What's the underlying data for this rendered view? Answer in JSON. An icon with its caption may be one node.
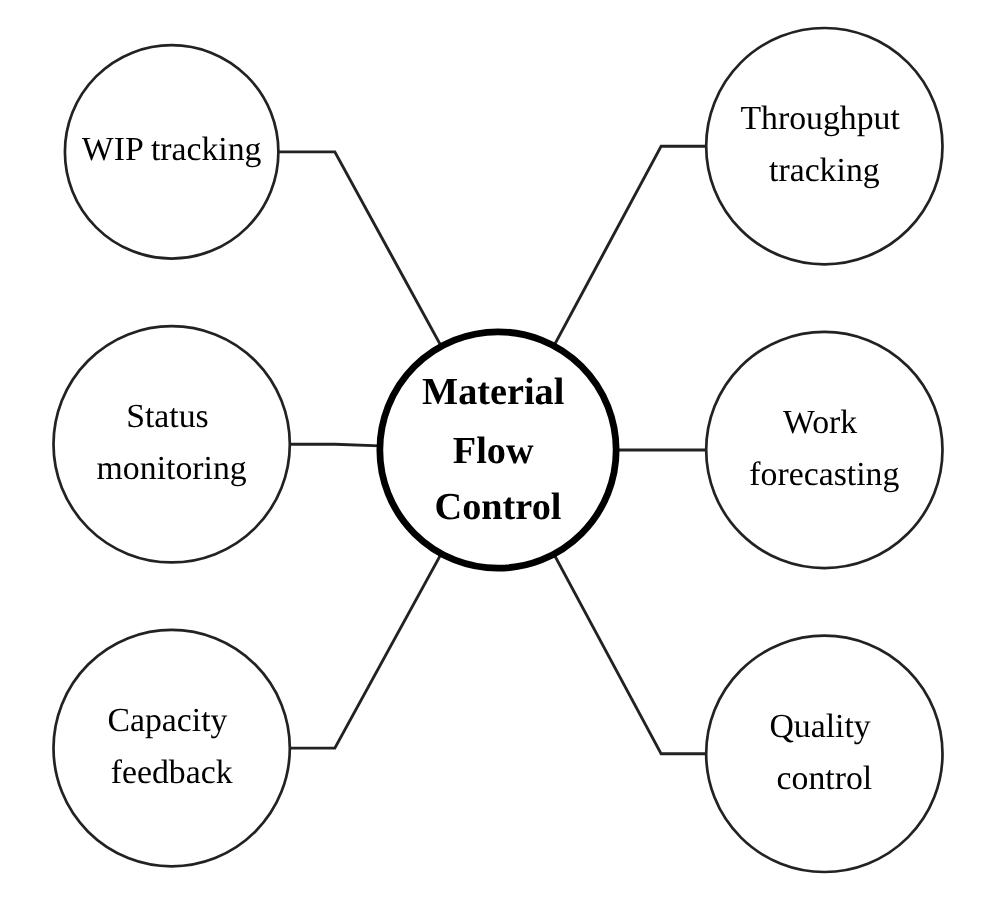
{
  "diagram": {
    "nodes": [
      {
        "text": [
          "WIP tracking"
        ]
      },
      {
        "text": [
          "Throughput tracking"
        ]
      },
      {
        "text": [
          "Status monitoring"
        ]
      },
      {
        "text": [
          "Material Flow Control"
        ]
      },
      {
        "text": [
          "Work forecasting"
        ]
      },
      {
        "text": [
          "Capacity feedback"
        ]
      },
      {
        "text": [
          "Quality control"
        ]
      }
    ],
    "edges": [
      {
        "from": 0,
        "to": 3,
        "arrow": "none"
      },
      {
        "from": 3,
        "to": 1,
        "arrow": "none"
      },
      {
        "from": 2,
        "to": 3,
        "arrow": "none"
      },
      {
        "from": 3,
        "to": 4,
        "arrow": "none"
      },
      {
        "from": 5,
        "to": 3,
        "arrow": "none"
      },
      {
        "from": 3,
        "to": 6,
        "arrow": "none"
      }
    ]
  }
}
